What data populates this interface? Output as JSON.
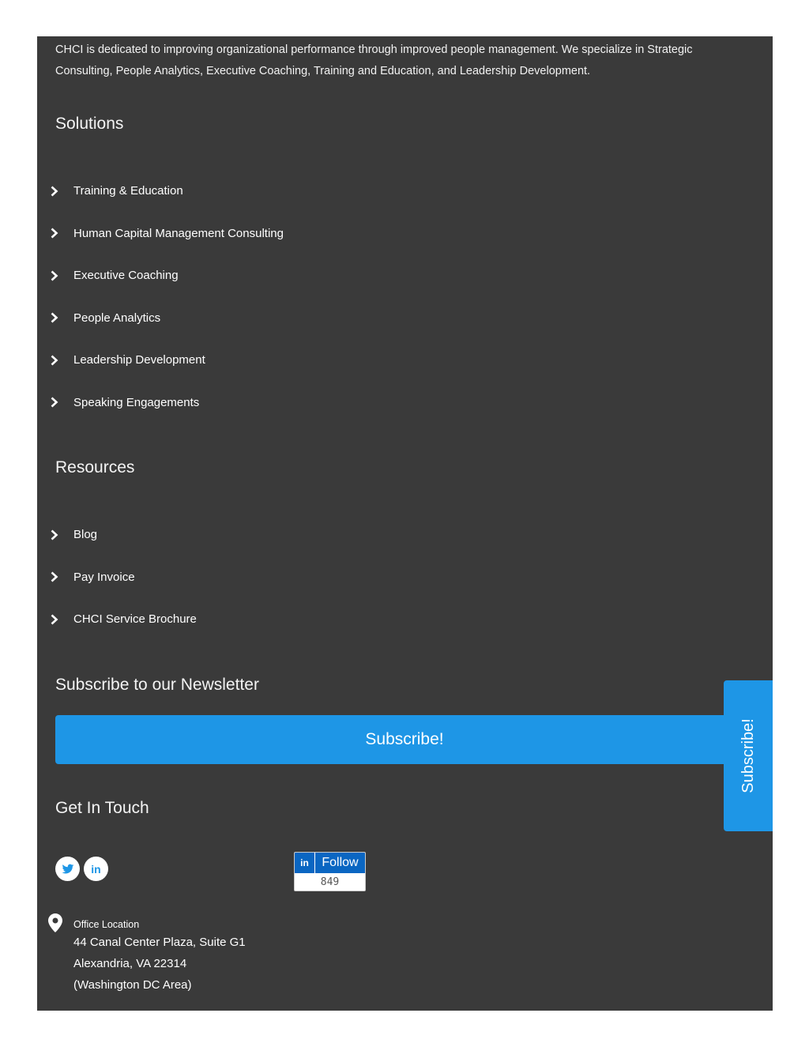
{
  "about": {
    "text": "CHCI is dedicated to improving organizational performance through improved people management. We specialize in Strategic Consulting, People Analytics, Executive Coaching, Training and Education, and Leadership Development."
  },
  "solutions": {
    "title": "Solutions",
    "items": [
      {
        "label": "Training & Education"
      },
      {
        "label": "Human Capital Management Consulting"
      },
      {
        "label": "Executive Coaching"
      },
      {
        "label": "People Analytics"
      },
      {
        "label": "Leadership Development"
      },
      {
        "label": "Speaking Engagements"
      }
    ]
  },
  "resources": {
    "title": "Resources",
    "items": [
      {
        "label": "Blog"
      },
      {
        "label": "Pay Invoice"
      },
      {
        "label": "CHCI Service Brochure"
      }
    ]
  },
  "newsletter": {
    "title": "Subscribe to our Newsletter",
    "button_label": "Subscribe!"
  },
  "contact": {
    "title": "Get In Touch",
    "social": [
      {
        "icon": "twitter-icon"
      },
      {
        "icon": "linkedin-icon"
      }
    ],
    "linkedin_widget": {
      "logo": "in",
      "follow_label": "Follow",
      "count": "849"
    },
    "location": {
      "label": "Office Location",
      "line1": "44 Canal Center Plaza, Suite G1",
      "line2": "Alexandria, VA 22314",
      "line3": "(Washington DC Area)"
    }
  },
  "side_tab": {
    "label": "Subscribe!"
  },
  "colors": {
    "panel": "#3a3a3a",
    "accent": "#1e96e6",
    "linkedin": "#0a66c2"
  }
}
